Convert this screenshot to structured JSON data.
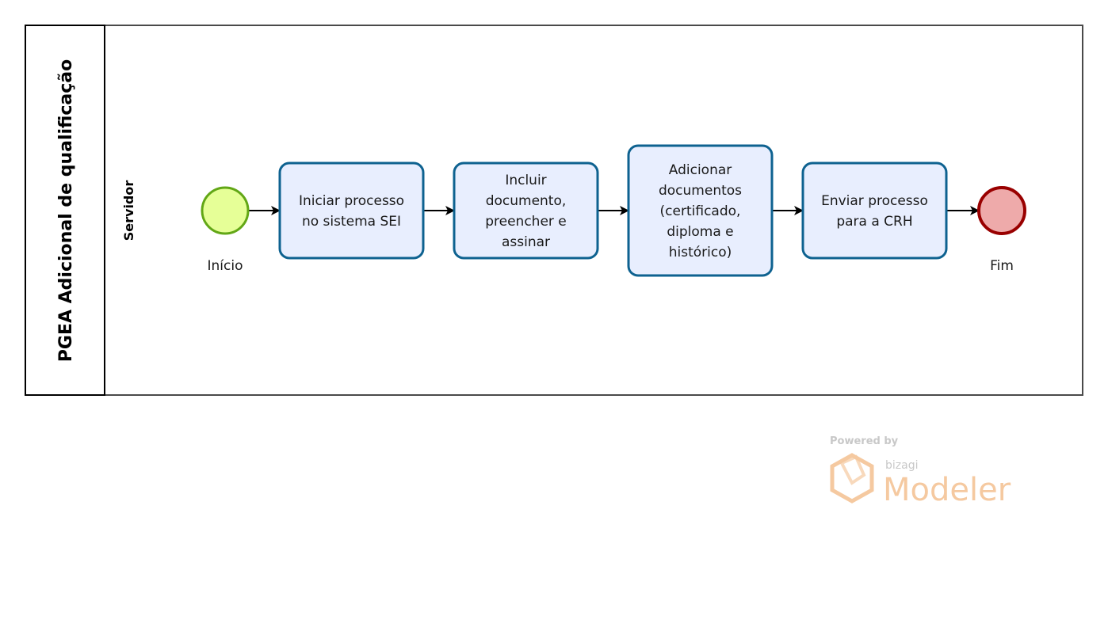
{
  "pool": {
    "title": "PGEA Adicional de qualificação",
    "lane": "Servidor"
  },
  "start_event": {
    "label": "Início"
  },
  "end_event": {
    "label": "Fim"
  },
  "tasks": [
    {
      "lines": [
        "Iniciar processo",
        "no sistema SEI"
      ]
    },
    {
      "lines": [
        "Incluir",
        "documento,",
        "preencher e",
        "assinar"
      ]
    },
    {
      "lines": [
        "Adicionar",
        "documentos",
        "(certificado,",
        "diploma e",
        "histórico)"
      ]
    },
    {
      "lines": [
        "Enviar processo",
        "para a CRH"
      ]
    }
  ],
  "watermark": {
    "powered_by": "Powered by",
    "brand": "bizagi",
    "product": "Modeler"
  },
  "colors": {
    "task_fill": "#e8eefe",
    "task_stroke": "#0e6290",
    "start_fill": "#e6ff97",
    "start_stroke": "#62a716",
    "end_fill": "#eeaaaa",
    "end_stroke": "#990000",
    "watermark_logo": "#f5c9a0"
  }
}
